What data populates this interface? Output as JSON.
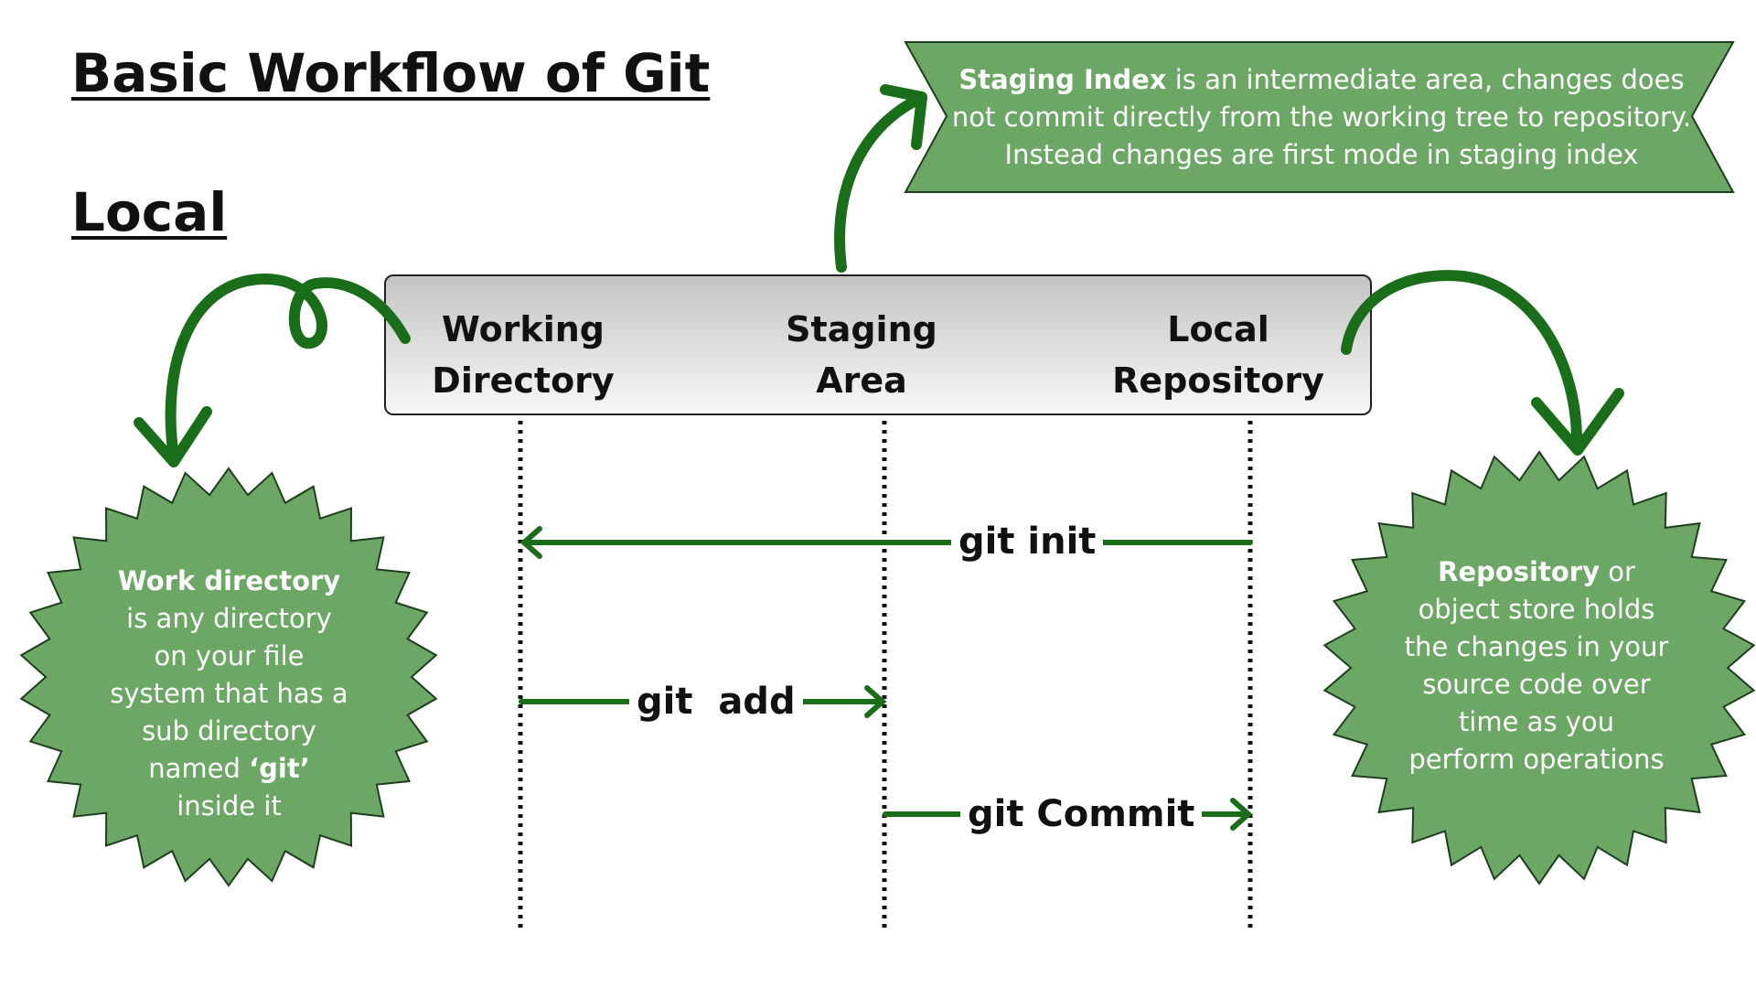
{
  "title": "Basic Workflow of Git",
  "subtitle": "Local",
  "header": {
    "columns": [
      {
        "label": "Working\nDirectory"
      },
      {
        "label": "Staging\nArea"
      },
      {
        "label": "Local\nRepository"
      }
    ]
  },
  "commands": {
    "init": "git init",
    "add": "git  add",
    "commit": "git Commit"
  },
  "callouts": {
    "staging": {
      "bold": "Staging Index",
      "rest": " is an intermediate area, changes does not commit directly from the working tree to repository. Instead changes are first mode in staging index"
    },
    "workdir": {
      "bold": "Work directory",
      "rest1": " is any directory on your file system that has a sub directory named ",
      "bold2": "‘git’",
      "rest2": " inside it"
    },
    "repository": {
      "bold": "Repository",
      "rest": " or object store holds the changes in your source code over time as you perform operations"
    }
  },
  "colors": {
    "arrow_green": "#1a6e1a",
    "callout_green": "#6ca766",
    "text_dark": "#111111"
  }
}
